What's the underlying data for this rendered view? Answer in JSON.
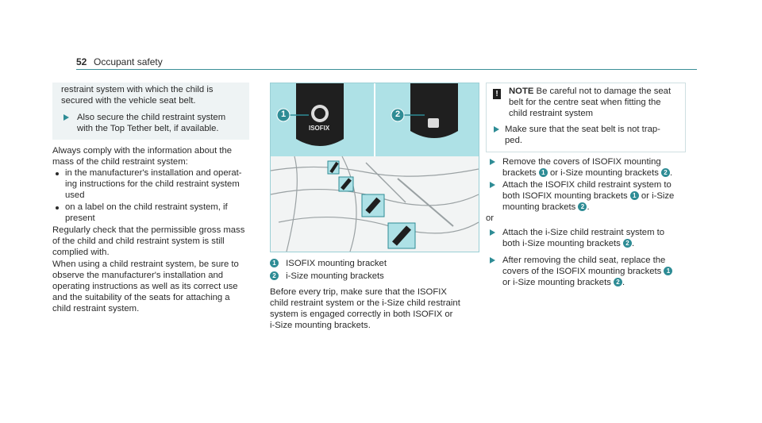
{
  "header": {
    "page_number": "52",
    "section_title": "Occupant safety"
  },
  "col1": {
    "cont_lines": [
      "restraint system with which the child is",
      "secured with the vehicle seat belt."
    ],
    "step_lines": [
      "Also secure the child restraint system",
      "with the Top Tether belt, if available."
    ],
    "intro_lines": [
      "Always comply with the information about the",
      "mass of the child restraint system:"
    ],
    "bullet1_lines": [
      "in the manufacturer's installation and operat-",
      "ing instructions for the child restraint system",
      "used"
    ],
    "bullet2_lines": [
      "on a label on the child restraint system, if",
      "present"
    ],
    "para1_lines": [
      "Regularly check that the permissible gross mass",
      "of the child and child restraint system is still",
      "complied with."
    ],
    "para2_lines": [
      "When using a child restraint system, be sure to",
      "observe the manufacturer's installation and",
      "operating instructions as well as its correct use",
      "and the suitability of the seats for attaching a",
      "child restraint system."
    ]
  },
  "figure": {
    "callout1": "1",
    "callout2": "2",
    "isofix_label": "ISOFIX",
    "legend": [
      {
        "num": "1",
        "text": "ISOFIX mounting bracket"
      },
      {
        "num": "2",
        "text": "i-Size mounting brackets"
      }
    ],
    "caption_lines": [
      "Before every trip, make sure that the ISOFIX",
      "child restraint system or the i-Size child restraint",
      "system is engaged correctly in both ISOFIX or",
      "i-Size mounting brackets."
    ]
  },
  "col3": {
    "note_label": "NOTE",
    "note_lines": [
      "Be careful not to damage the seat",
      "belt for the centre seat when fitting the",
      "child restraint system"
    ],
    "note_step_lines": [
      "Make sure that the seat belt is not trap-",
      "ped."
    ],
    "s1a": "Remove the covers of ISOFIX mounting",
    "s1b": "brackets",
    "s1c": "or i-Size mounting brackets",
    "s1d": ".",
    "s2a": "Attach the ISOFIX child restraint system to",
    "s2b": "both ISOFIX mounting brackets",
    "s2c": "or i-Size",
    "s2d": "mounting brackets",
    "s2e": ".",
    "or": "or",
    "s3a": "Attach the i-Size child restraint system to",
    "s3b": "both i-Size mounting brackets",
    "s3c": ".",
    "s4a": "After removing the child seat, replace the",
    "s4b": "covers of the ISOFIX mounting brackets",
    "s4c": "or i-Size mounting brackets",
    "s4d": ".",
    "n1": "1",
    "n2": "2"
  },
  "colors": {
    "accent": "#2e8c95",
    "figure_bg": "#aee1e6",
    "text": "#2a2a2a"
  }
}
